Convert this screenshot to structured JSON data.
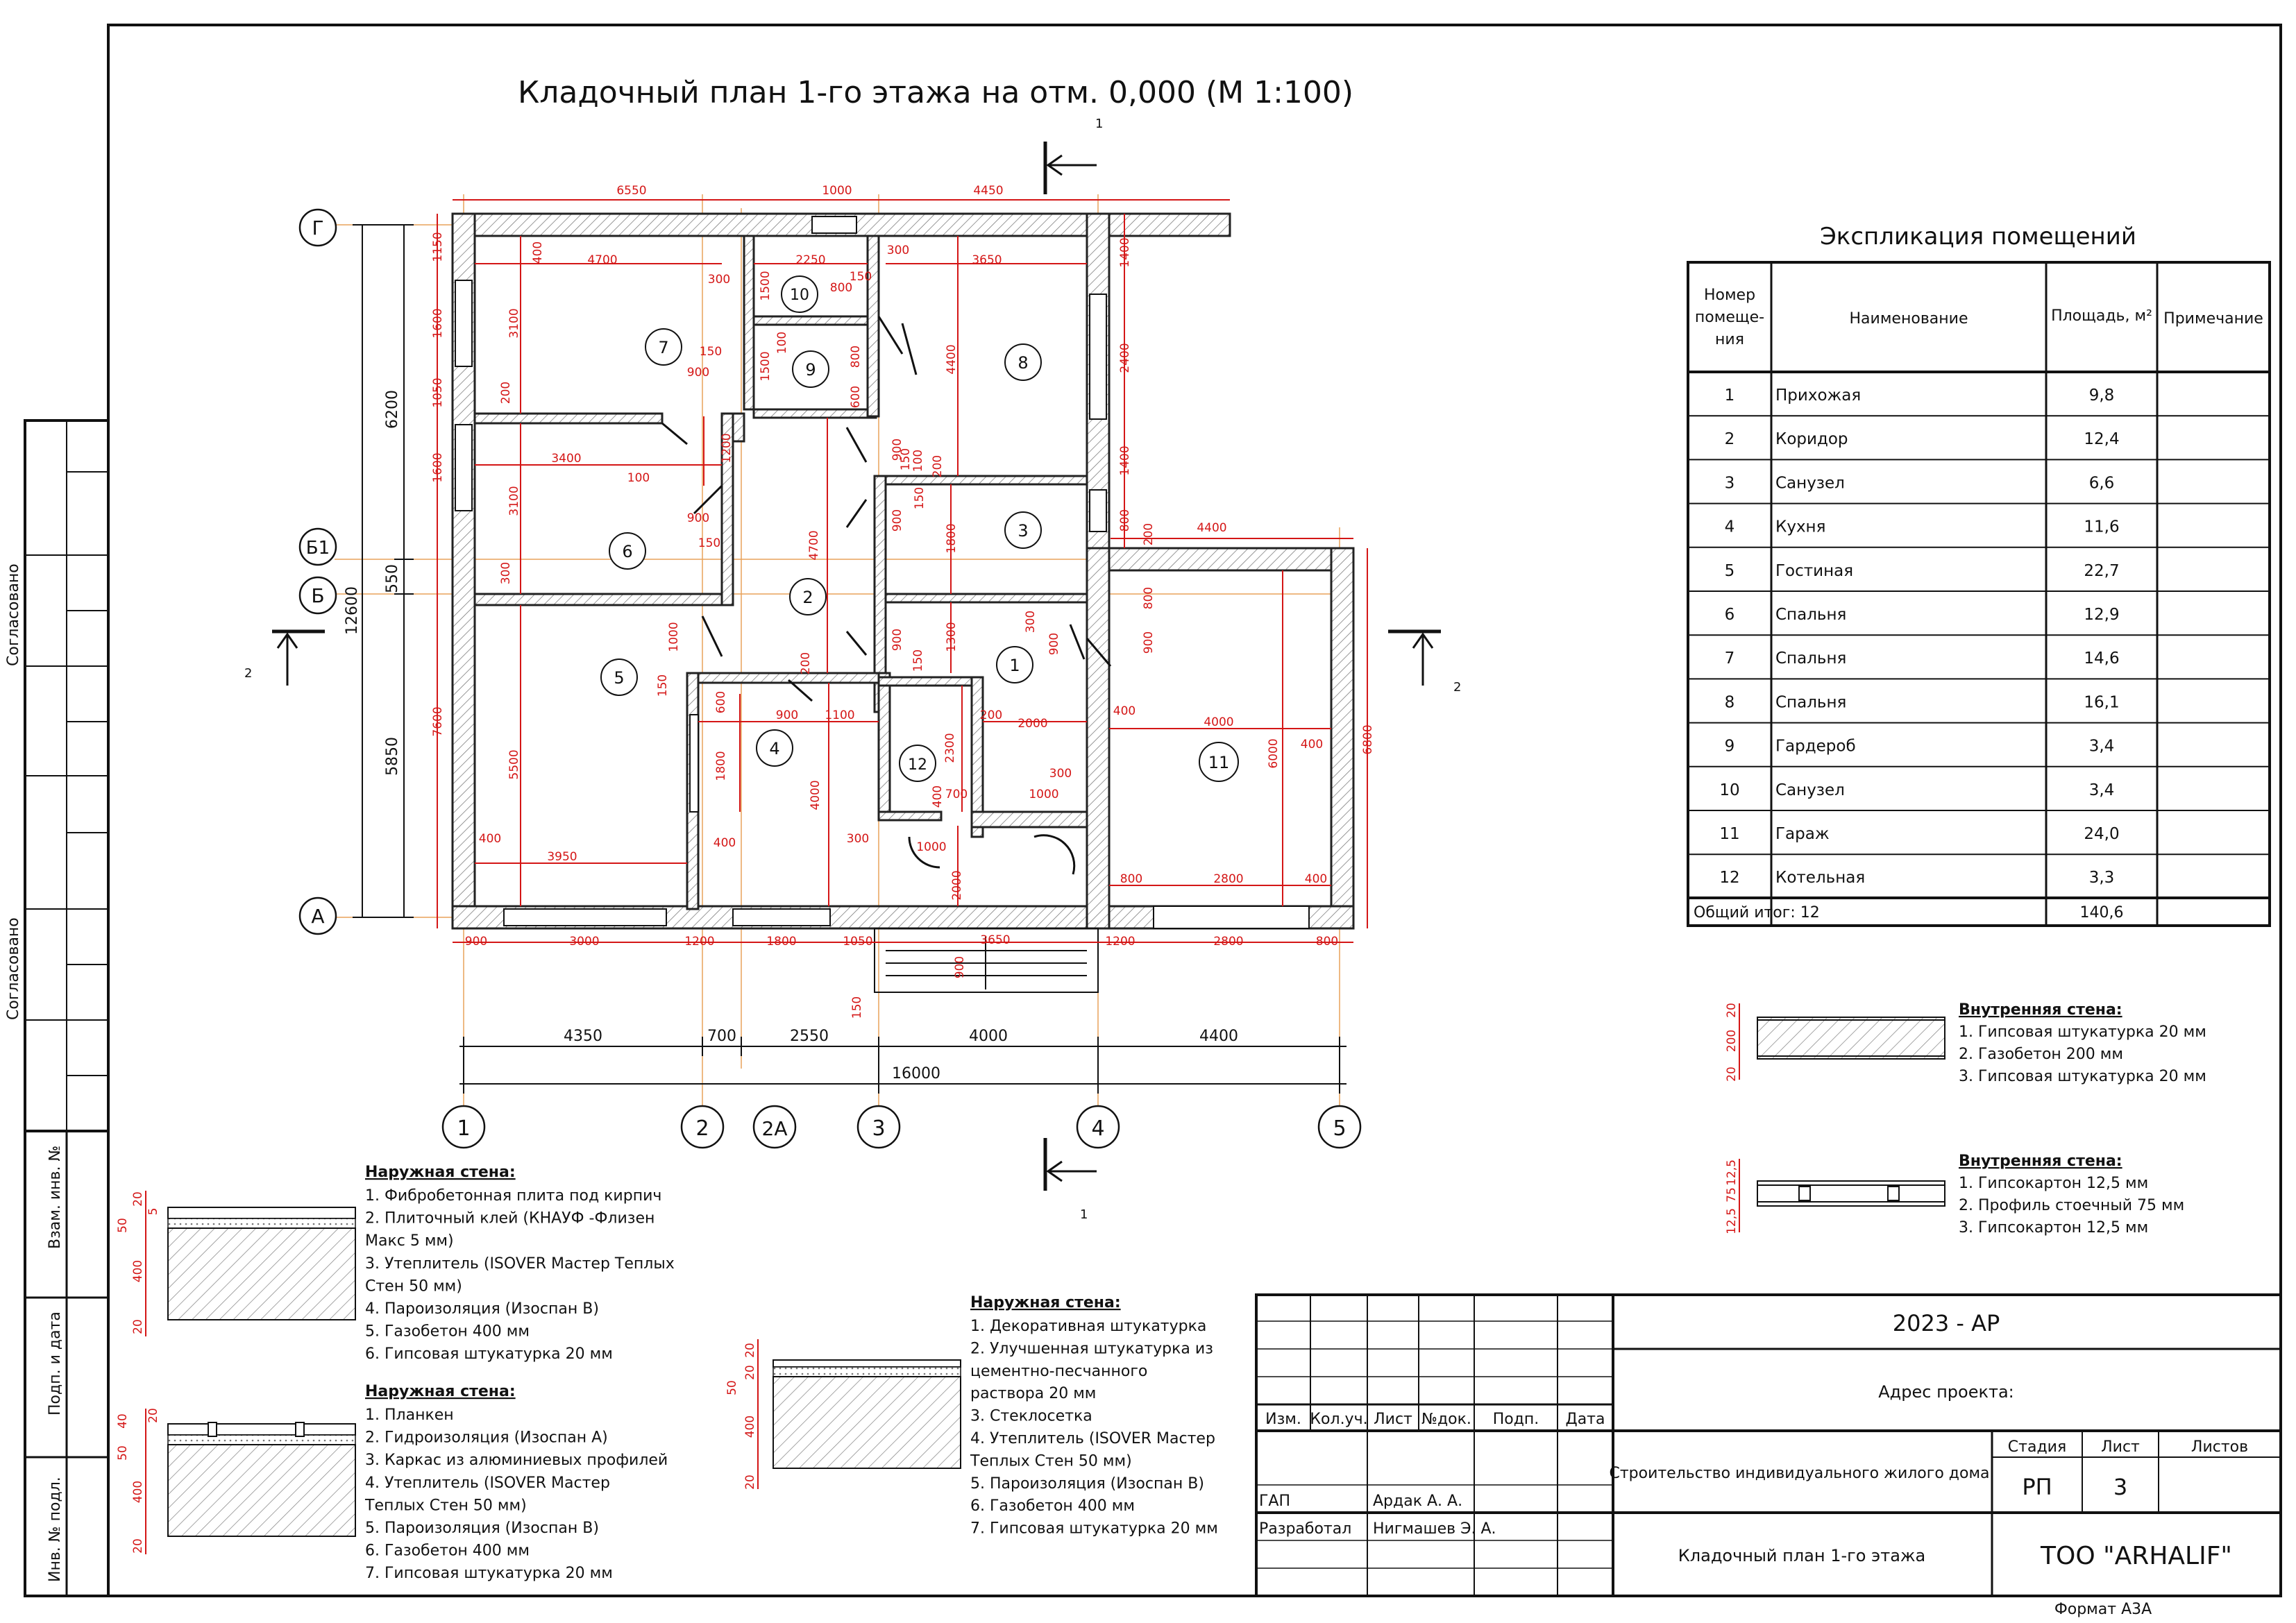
{
  "title": "Кладочный план 1-го этажа на отм. 0,000 (М 1:100)",
  "section_marks": {
    "top": "1",
    "bottom": "1",
    "left": "2",
    "right": "2"
  },
  "axes_letters": [
    "Г",
    "Б1",
    "Б",
    "А"
  ],
  "axes_numbers": [
    "1",
    "2",
    "2А",
    "3",
    "4",
    "5"
  ],
  "rooms": [
    "1",
    "2",
    "3",
    "4",
    "5",
    "6",
    "7",
    "8",
    "9",
    "10",
    "11",
    "12"
  ],
  "dims": {
    "top_6550": "6550",
    "top_1000": "1000",
    "top_4450": "4450",
    "left_6200": "6200",
    "left_12600": "12600",
    "left_550": "550",
    "left_5850": "5850",
    "left_1150": "1150",
    "left_1600a": "1600",
    "left_1050": "1050",
    "left_1600b": "1600",
    "left_7600": "7600",
    "r_1400a": "1400",
    "r_2400": "2400",
    "r_1400b": "1400",
    "r_800": "800",
    "r_200": "200",
    "r_4400_top": "4400",
    "r_6800": "6800",
    "bot_900": "900",
    "bot_3000": "3000",
    "bot_1200": "1200",
    "bot_1800": "1800",
    "bot_1050": "1050",
    "bot_3650": "3650",
    "bot_1200b": "1200",
    "bot_2800": "2800",
    "bot_800": "800",
    "axis_4350": "4350",
    "axis_700": "700",
    "axis_2550": "2550",
    "axis_4000": "4000",
    "axis_4400": "4400",
    "axis_16000": "16000",
    "in_4700": "4700",
    "in_300a": "300",
    "in_2250": "2250",
    "in_300b": "300",
    "in_3650": "3650",
    "in_400": "400",
    "in_3100a": "3100",
    "in_800a": "800",
    "in_150a": "150",
    "in_1500a": "1500",
    "in_100": "100",
    "in_1500b": "1500",
    "in_800b": "800",
    "in_4400": "4400",
    "in_600": "600",
    "in_200a": "200",
    "in_150b": "150",
    "in_900a": "900",
    "in_1200": "1200",
    "in_3400": "3400",
    "in_100b": "100",
    "in_3100b": "3100",
    "in_900b": "900",
    "in_150c": "150",
    "in_4700b": "4700",
    "in_300c": "300",
    "in_900c": "900",
    "in_100c": "100",
    "in_200b": "200",
    "in_150d": "150",
    "in_1800": "1800",
    "in_1000": "1000",
    "in_150e": "150",
    "in_200c": "200",
    "in_5500": "5500",
    "in_600b": "600",
    "in_900d": "900",
    "in_1100": "1100",
    "in_4000": "4000",
    "in_1800b": "1800",
    "in_400b": "400",
    "in_3950": "3950",
    "in_400c": "400",
    "in_300d": "300",
    "in_1000b": "1000",
    "in_2000": "2000",
    "in_2300": "2300",
    "in_200d": "200",
    "in_2000b": "2000",
    "in_400d": "400",
    "in_700": "700",
    "in_1000c": "1000",
    "in_300e": "300",
    "in_900e": "900",
    "in_150f": "150",
    "in_1300": "1300",
    "in_900f": "900",
    "in_150g": "150",
    "in_300f": "300",
    "in_900g": "900",
    "in_400e": "400",
    "in_4000b": "4000",
    "in_6000": "6000",
    "in_400f": "400",
    "in_800c": "800",
    "in_2800": "2800",
    "in_400g": "400",
    "in_800d": "800",
    "in_900h": "900",
    "in_150h": "150",
    "in_1800c": "1800",
    "in_100d": "100",
    "in_900i": "900",
    "in_150i": "150"
  },
  "explication": {
    "title": "Экспликация помещений",
    "headers": {
      "num": [
        "Номер",
        "помеще-",
        "ния"
      ],
      "name": "Наименование",
      "area": "Площадь, м²",
      "note": "Примечание"
    },
    "rows": [
      {
        "n": "1",
        "name": "Прихожая",
        "area": "9,8"
      },
      {
        "n": "2",
        "name": "Коридор",
        "area": "12,4"
      },
      {
        "n": "3",
        "name": "Санузел",
        "area": "6,6"
      },
      {
        "n": "4",
        "name": "Кухня",
        "area": "11,6"
      },
      {
        "n": "5",
        "name": "Гостиная",
        "area": "22,7"
      },
      {
        "n": "6",
        "name": "Спальня",
        "area": "12,9"
      },
      {
        "n": "7",
        "name": "Спальня",
        "area": "14,6"
      },
      {
        "n": "8",
        "name": "Спальня",
        "area": "16,1"
      },
      {
        "n": "9",
        "name": "Гардероб",
        "area": "3,4"
      },
      {
        "n": "10",
        "name": "Санузел",
        "area": "3,4"
      },
      {
        "n": "11",
        "name": "Гараж",
        "area": "24,0"
      },
      {
        "n": "12",
        "name": "Котельная",
        "area": "3,3"
      }
    ],
    "total_label": "Общий итог: 12",
    "total_area": "140,6"
  },
  "wall_types": {
    "inner1": {
      "heading": "Внутренняя стена:",
      "items": [
        "1. Гипсовая штукатурка 20 мм",
        "2. Газобетон 200 мм",
        "3. Гипсовая штукатурка 20 мм"
      ],
      "dims": [
        "20",
        "200",
        "20"
      ]
    },
    "inner2": {
      "heading": "Внутренняя стена:",
      "items": [
        "1. Гипсокартон 12,5 мм",
        "2. Профиль стоечный 75 мм",
        "3. Гипсокартон 12,5 мм"
      ],
      "dims": [
        "12,5",
        "75",
        "12,5"
      ]
    },
    "outer1": {
      "heading": "Наружная стена:",
      "items": [
        "1. Фибробетонная плита под кирпич",
        "2. Плиточный клей (КНАУФ -Флизен",
        "Макс 5 мм)",
        "3. Утеплитель (ISOVER Мастер Теплых",
        "Стен 50 мм)",
        "4. Пароизоляция (Изоспан В)",
        "5. Газобетон 400 мм",
        "6. Гипсовая штукатурка 20 мм"
      ],
      "dims": [
        "20",
        "5",
        "50",
        "400",
        "20"
      ]
    },
    "outer2": {
      "heading": "Наружная стена:",
      "items": [
        "1. Планкен",
        "2. Гидроизоляция (Изоспан А)",
        "3. Каркас из алюминиевых профилей",
        "4. Утеплитель (ISOVER Мастер",
        "Теплых Стен 50 мм)",
        "5. Пароизоляция (Изоспан В)",
        "6. Газобетон 400 мм",
        "7. Гипсовая штукатурка 20 мм"
      ],
      "dims": [
        "20",
        "40",
        "50",
        "400",
        "20"
      ]
    },
    "outer3": {
      "heading": "Наружная стена:",
      "items": [
        "1. Декоративная штукатурка",
        "2. Улучшенная штукатурка из",
        "цементно-песчанного",
        "раствора 20 мм",
        "3. Стеклосетка",
        "4. Утеплитель (ISOVER Мастер",
        "Теплых Стен 50 мм)",
        "5. Пароизоляция (Изоспан В)",
        "6. Газобетон 400 мм",
        "7. Гипсовая штукатурка 20 мм"
      ],
      "dims": [
        "20",
        "20",
        "50",
        "400",
        "20"
      ]
    }
  },
  "side_stamp": {
    "labels": [
      "Согласовано",
      "Согласовано"
    ],
    "bottom": [
      "Взам. инв. №",
      "Подп. и дата",
      "Инв. № подл."
    ]
  },
  "title_block": {
    "code": "2023 - АР",
    "address_label": "Адрес проекта:",
    "cols": [
      "Изм.",
      "Кол.уч.",
      "Лист",
      "№док.",
      "Подп.",
      "Дата"
    ],
    "project": "Строительство индивидуального жилого дома.",
    "stage_h": "Стадия",
    "sheet_h": "Лист",
    "sheets_h": "Листов",
    "stage": "РП",
    "sheet": "3",
    "roles": [
      {
        "role": "ГАП",
        "name": "Ардак А. А."
      },
      {
        "role": "Разработал",
        "name": "Нигмашев Э. А."
      }
    ],
    "drawing_name": "Кладочный план 1-го этажа",
    "company": "ТОО \"ARHALIF\"",
    "format": "Формат А3А"
  }
}
